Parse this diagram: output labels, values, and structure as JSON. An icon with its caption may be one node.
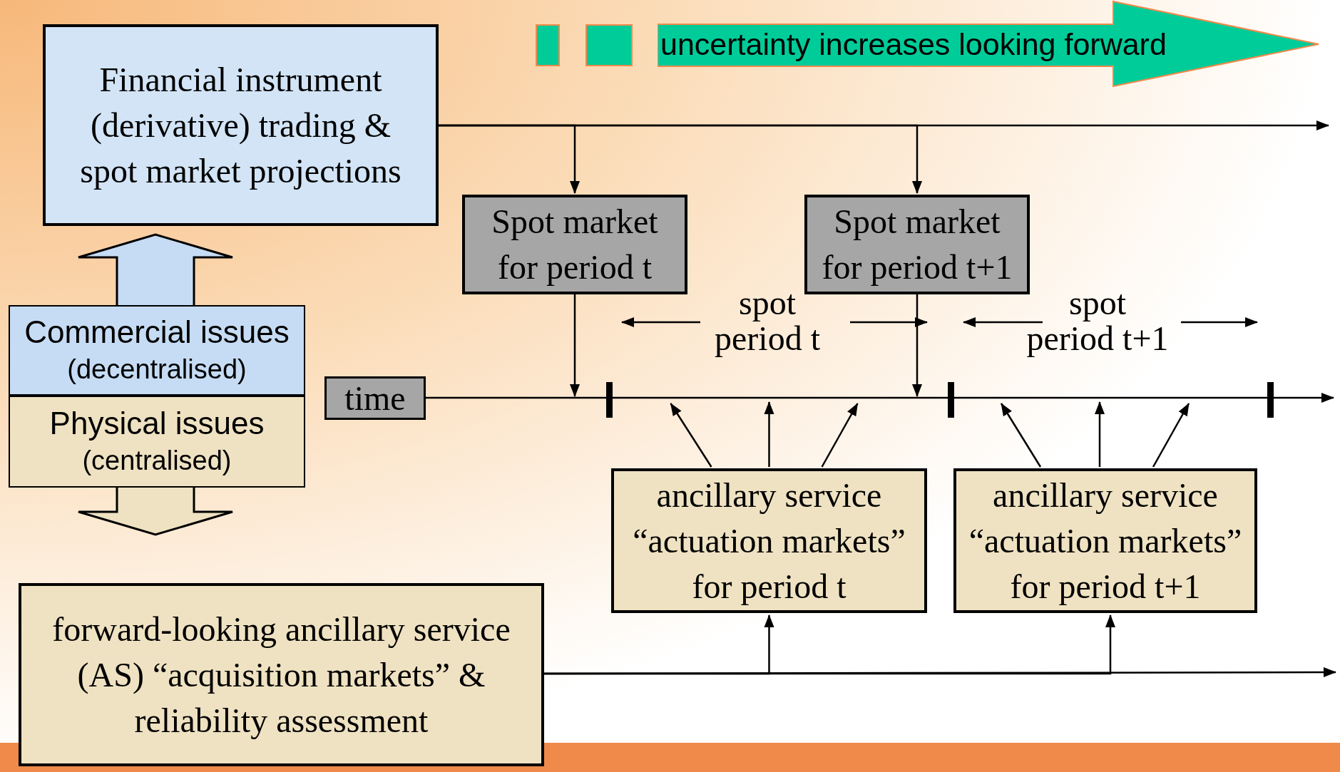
{
  "diagram": {
    "nodes": [
      {
        "text": [
          "Financial instrument (derivative) trading & spot market projections"
        ]
      },
      {
        "text": [
          "uncertainty increases looking forward"
        ]
      },
      {
        "text": [
          "Spot market for period t"
        ]
      },
      {
        "text": [
          "Spot market for period t+1"
        ]
      },
      {
        "text": [
          "Commercial issues",
          "(decentralised)"
        ]
      },
      {
        "text": [
          "Physical issues",
          "(centralised)"
        ]
      },
      {
        "text": [
          "time"
        ]
      },
      {
        "text": [
          "ancillary service “actuation markets” for period t"
        ]
      },
      {
        "text": [
          "ancillary service “actuation markets” for period t+1"
        ]
      },
      {
        "text": [
          "forward-looking ancillary service (AS) “acquisition markets” & reliability assessment"
        ]
      }
    ],
    "edges": [
      {
        "from": 0,
        "to": null,
        "arrow": "to"
      },
      {
        "from": 0,
        "to": 2,
        "arrow": "to"
      },
      {
        "from": 0,
        "to": 3,
        "arrow": "to"
      },
      {
        "from": 2,
        "to": null,
        "arrow": "to"
      },
      {
        "from": 3,
        "to": null,
        "arrow": "to"
      },
      {
        "from": 6,
        "to": null,
        "arrow": "to"
      },
      {
        "from": 7,
        "to": null,
        "arrow": "to"
      },
      {
        "from": 7,
        "to": null,
        "arrow": "to"
      },
      {
        "from": 7,
        "to": null,
        "arrow": "to"
      },
      {
        "from": 8,
        "to": null,
        "arrow": "to"
      },
      {
        "from": 8,
        "to": null,
        "arrow": "to"
      },
      {
        "from": 8,
        "to": null,
        "arrow": "to"
      },
      {
        "from": 9,
        "to": null,
        "arrow": "to"
      },
      {
        "from": 9,
        "to": 7,
        "arrow": "to"
      },
      {
        "from": 9,
        "to": 8,
        "arrow": "to"
      },
      {
        "from": 4,
        "to": 0,
        "arrow": "to",
        "style": "thick"
      },
      {
        "from": 5,
        "to": 9,
        "arrow": "to",
        "style": "thick"
      }
    ],
    "labels": [
      "spot period t",
      "spot period t+1"
    ]
  }
}
